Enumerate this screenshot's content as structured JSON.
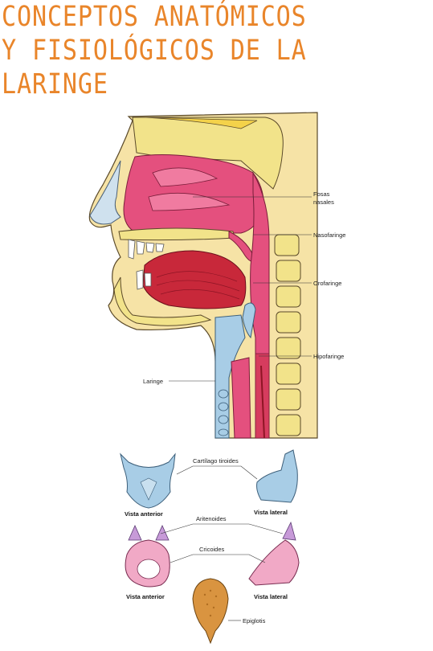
{
  "title_lines": [
    "CONCEPTOS ANATÓMICOS",
    "Y FISIOLÓGICOS DE LA",
    "LARINGE"
  ],
  "sagittal_labels": {
    "fosas": [
      "Fosas",
      "nasales"
    ],
    "nasofaringe": "Nasofaringe",
    "orofaringe": "Orofaringe",
    "hipofaringe": "Hipofaringe",
    "laringe": "Laringe"
  },
  "cartilage_labels": {
    "tiroides": "Cartílago tiroides",
    "aritenoides": "Aritenoides",
    "cricoides": "Cricoides",
    "epiglotis": "Epiglotis",
    "vista_anterior": "Vista anterior",
    "vista_lateral": "Vista lateral"
  },
  "colors": {
    "title": "#e9852a",
    "bone": "#f2e38a",
    "mucosa": "#e4507e",
    "muscle": "#c8283a",
    "thyroid": "#a8cde6",
    "arytenoid": "#c79ad8",
    "cricoid": "#f1a9c6",
    "epiglottis": "#d99440"
  }
}
